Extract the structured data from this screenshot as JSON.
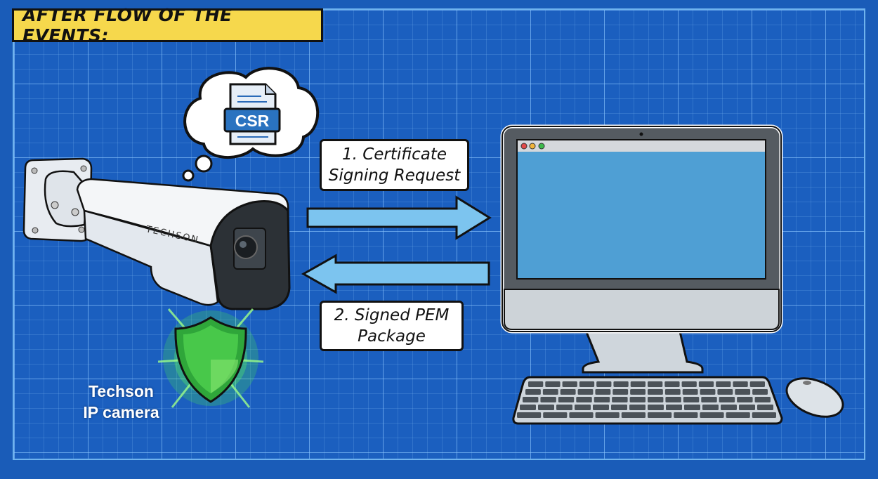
{
  "title": "AFTER FLOW OF THE EVENTS:",
  "thought_bubble": {
    "document_badge": "CSR"
  },
  "step1": {
    "line1": "1. Certificate",
    "line2": "Signing Request"
  },
  "step2": {
    "line1": "2. Signed PEM",
    "line2": "Package"
  },
  "camera": {
    "brand": "TECHSON",
    "caption_line1": "Techson",
    "caption_line2": "IP camera"
  },
  "colors": {
    "background": "#1b5fbf",
    "grid": "#8cc8ff",
    "title_bg": "#f6d84c",
    "arrow": "#7cc4ef",
    "shield": "#2fb83a",
    "screen": "#4f9fd4"
  }
}
